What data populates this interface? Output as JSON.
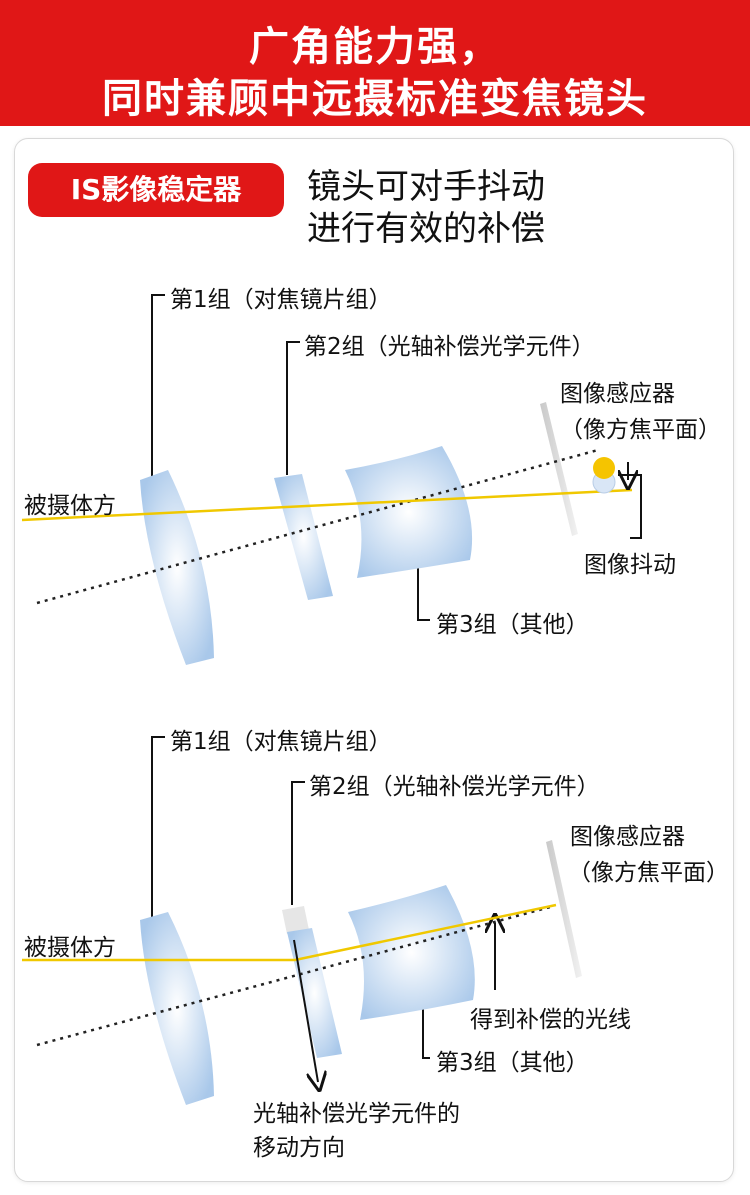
{
  "header": {
    "line1": "广角能力强，",
    "line2": "同时兼顾中远摄标准变焦镜头"
  },
  "badge": {
    "label": "IS影像稳定器"
  },
  "description": {
    "line1": "镜头可对手抖动",
    "line2": "进行有效的补偿"
  },
  "diagram_top": {
    "group1": "第1组（对焦镜片组）",
    "group2": "第2组（光轴补偿光学元件）",
    "group3": "第3组（其他）",
    "subject": "被摄体方",
    "sensor_line1": "图像感应器",
    "sensor_line2": "（像方焦平面）",
    "shake": "图像抖动"
  },
  "diagram_bottom": {
    "group1": "第1组（对焦镜片组）",
    "group2": "第2组（光轴补偿光学元件）",
    "group3": "第3组（其他）",
    "subject": "被摄体方",
    "sensor_line1": "图像感应器",
    "sensor_line2": "（像方焦平面）",
    "compensated": "得到补偿的光线",
    "move_line1": "光轴补偿光学元件的",
    "move_line2": "移动方向"
  },
  "colors": {
    "brand_red": "#e01717",
    "light_ray": "#f0c800",
    "lens_blue": "#a9c8ea",
    "image_dot": "#f5c400"
  }
}
